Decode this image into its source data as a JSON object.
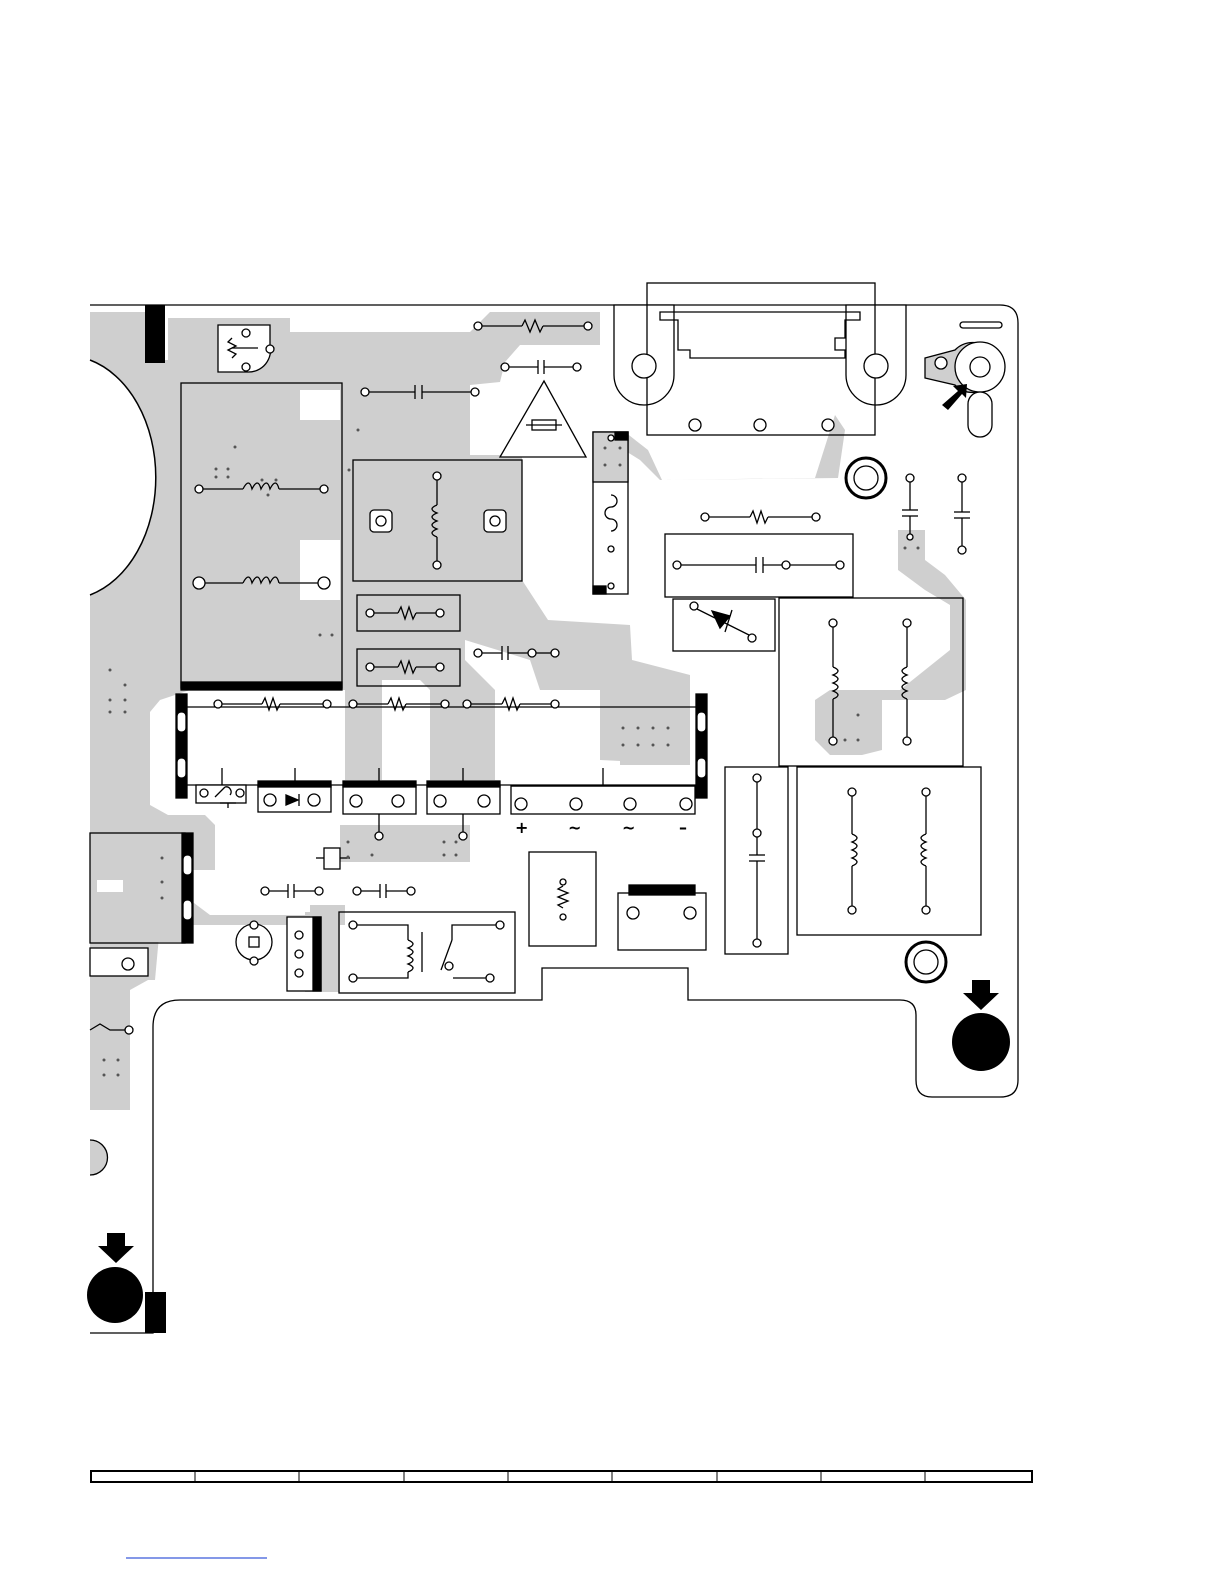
{
  "diagram": {
    "colors": {
      "board_outline": "#000000",
      "copper_fill": "#cfcfcf",
      "component_outline": "#000000",
      "pad_fill": "#ffffff"
    },
    "terminal_labels": [
      "+",
      "~",
      "~",
      "–"
    ],
    "markers": [
      "arrow-down-marker",
      "arrow-diagonal-marker",
      "mounting-hole-marker"
    ],
    "ruler_segments": 9
  }
}
